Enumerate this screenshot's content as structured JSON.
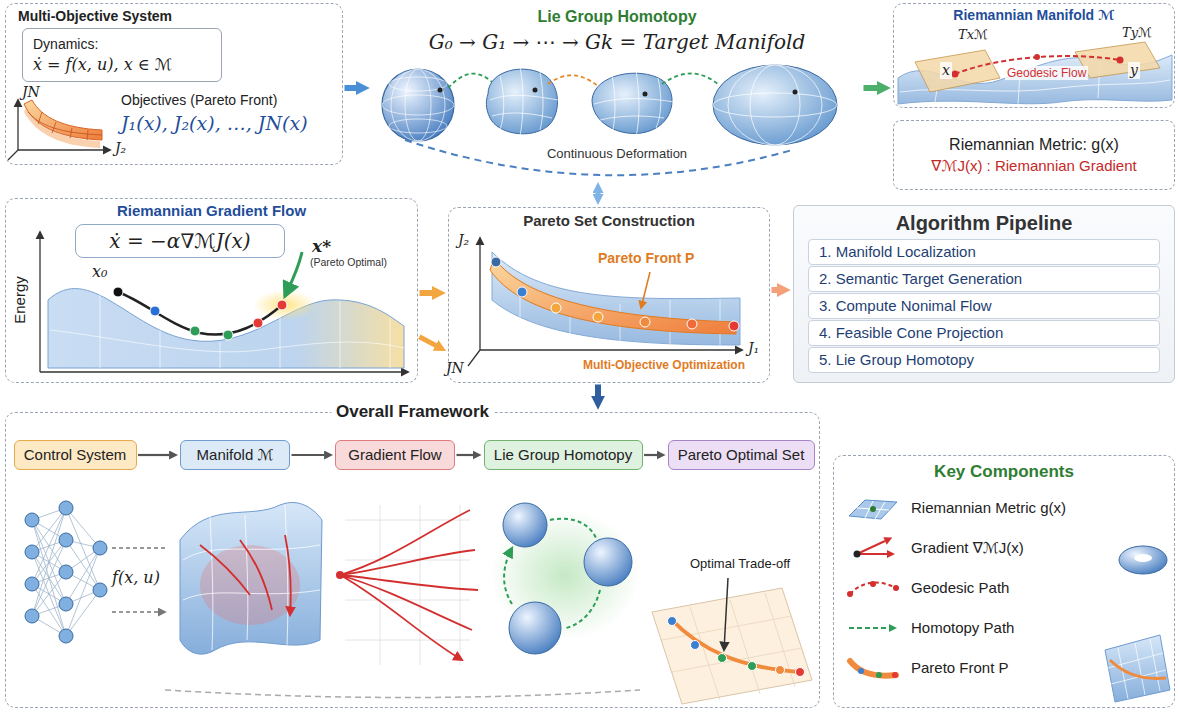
{
  "diagram": {
    "nodes": [
      {
        "text": [
          "Multi-Objective System",
          "Objectives (Pareto Front)",
          "J₁(x), J₂(x), …, JN(x)"
        ]
      },
      {
        "text": [
          "Dynamics:",
          "ẋ = f(x, u), x ∈ ℳ"
        ],
        "in": 0
      },
      {
        "text": [
          "Lie Group Homotopy",
          "G₀ → G₁ → ⋯ → Gk = Target Manifold",
          "Continuous Deformation"
        ]
      },
      {
        "text": [
          "Riemannian Manifold ℳ"
        ]
      },
      {
        "text": [
          "Riemannian Metric: g(x)",
          "∇ℳJ(x) : Riemannian Gradient"
        ]
      },
      {
        "text": [
          "Riemannian Gradient Flow"
        ]
      },
      {
        "text": [
          "ẋ = −α∇ℳJ(x)"
        ],
        "in": 5
      },
      {
        "text": [
          "Pareto Set Construction"
        ]
      },
      {
        "text": [
          "Algorithm Pipeline"
        ]
      },
      {
        "text": [
          "1. Manifold Localization"
        ],
        "in": 8
      },
      {
        "text": [
          "2. Semantic Target Generation"
        ],
        "in": 8
      },
      {
        "text": [
          "3. Compute Nonimal Flow"
        ],
        "in": 8
      },
      {
        "text": [
          "4. Feasible Cone Projection"
        ],
        "in": 8
      },
      {
        "text": [
          "5. Lie Group Homotopy"
        ],
        "in": 8
      },
      {
        "text": [
          "Overall Framework"
        ]
      },
      {
        "text": [
          "Control System"
        ],
        "in": 14
      },
      {
        "text": [
          "Manifold ℳ"
        ],
        "in": 14
      },
      {
        "text": [
          "Gradient Flow"
        ],
        "in": 14
      },
      {
        "text": [
          "Lie Group Homotopy"
        ],
        "in": 14
      },
      {
        "text": [
          "Pareto Optimal Set"
        ],
        "in": 14
      },
      {
        "text": [
          "Key Components"
        ]
      }
    ],
    "edges": [
      {
        "from": 0,
        "to": 2,
        "arrow": "to"
      },
      {
        "from": 2,
        "to": 3,
        "arrow": "to"
      },
      {
        "from": 2,
        "to": 7,
        "arrow": "both"
      },
      {
        "from": 5,
        "to": 7,
        "arrow": "to"
      },
      {
        "from": 5,
        "to": 7,
        "arrow": "to"
      },
      {
        "from": 7,
        "to": 8,
        "arrow": "to"
      },
      {
        "from": 7,
        "to": 14,
        "arrow": "to"
      },
      {
        "from": 15,
        "to": 16,
        "arrow": "to"
      },
      {
        "from": 16,
        "to": 17,
        "arrow": "to"
      },
      {
        "from": 17,
        "to": 18,
        "arrow": "to"
      },
      {
        "from": 18,
        "to": 19,
        "arrow": "to"
      }
    ],
    "labels": [
      "JN",
      "J₂",
      "Txℳ",
      "Tyℳ",
      "x",
      "y",
      "Geodesic Flow",
      "x₀",
      "x*",
      "(Pareto Optimal)",
      "Energy",
      "J₂",
      "JN",
      "J₁",
      "Pareto Front P",
      "Multi-Objective Optimization",
      "f(x, u)",
      "Optimal Trade-off"
    ],
    "legend": [
      {
        "text": "Riemannian Metric g(x)"
      },
      {
        "text": "Gradient ∇ℳJ(x)"
      },
      {
        "text": "Geodesic Path"
      },
      {
        "text": "Homotopy Path"
      },
      {
        "text": "Pareto Front P"
      }
    ]
  }
}
